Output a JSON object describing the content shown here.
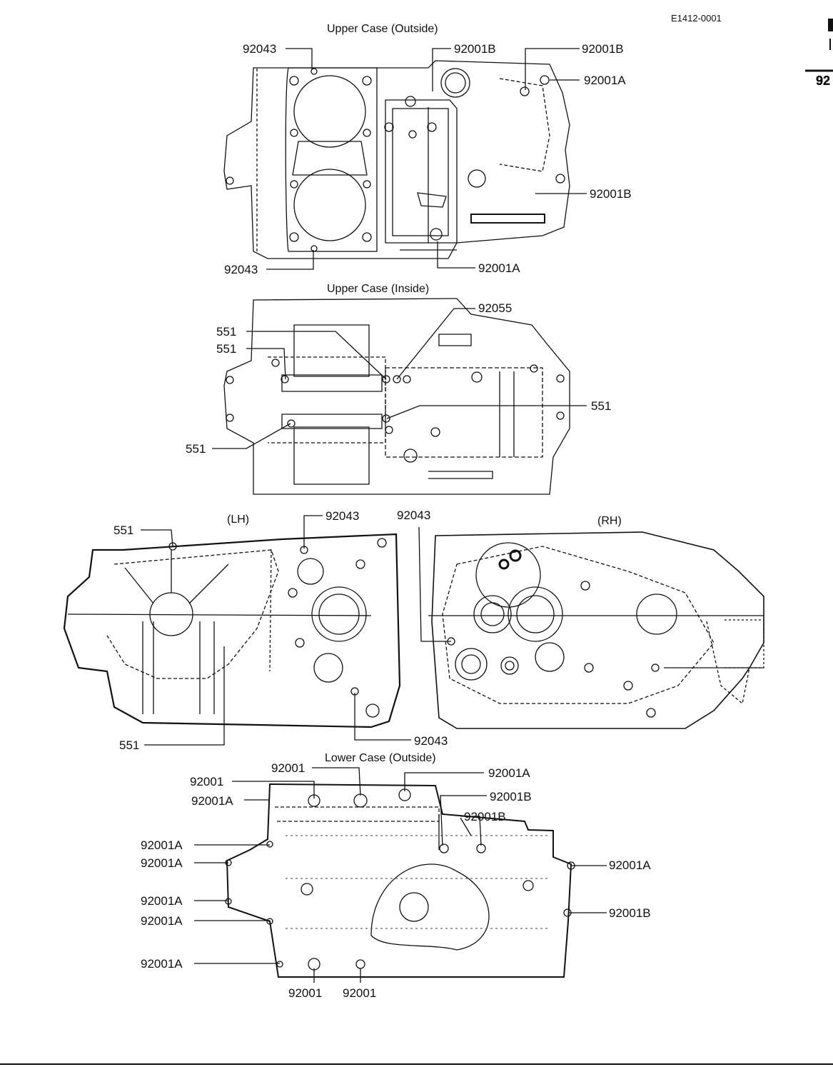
{
  "page": {
    "figure_code": "E1412-0001",
    "edge_fragments": [
      "92",
      "92",
      "92",
      "92",
      "92"
    ]
  },
  "sections": {
    "upper_outside": "Upper Case (Outside)",
    "upper_inside": "Upper Case (Inside)",
    "lh": "(LH)",
    "rh": "(RH)",
    "lower_outside": "Lower Case (Outside)"
  },
  "callouts": {
    "uo_92043_top": "92043",
    "uo_92001b_1": "92001B",
    "uo_92001b_2": "92001B",
    "uo_92001a_1": "92001A",
    "uo_92001b_3": "92001B",
    "uo_92043_bottom": "92043",
    "uo_92001a_2": "92001A",
    "ui_92055": "92055",
    "ui_551_1": "551",
    "ui_551_2": "551",
    "ui_551_3": "551",
    "ui_551_4": "551",
    "lh_551_top": "551",
    "lh_92043_top": "92043",
    "rh_92043": "92043",
    "lh_92043_bottom": "92043",
    "lh_551_bottom": "551",
    "lo_92001_top": "92001",
    "lo_92001_left": "92001",
    "lo_92001a_top": "92001A",
    "lo_92001a_l1": "92001A",
    "lo_92001b_1": "92001B",
    "lo_92001b_2": "92001B",
    "lo_92001a_l2": "92001A",
    "lo_92001a_l3": "92001A",
    "lo_92001a_r1": "92001A",
    "lo_92001a_l4": "92001A",
    "lo_92001a_l5": "92001A",
    "lo_92001b_r": "92001B",
    "lo_92001a_l6": "92001A",
    "lo_92001_b1": "92001",
    "lo_92001_b2": "92001"
  }
}
